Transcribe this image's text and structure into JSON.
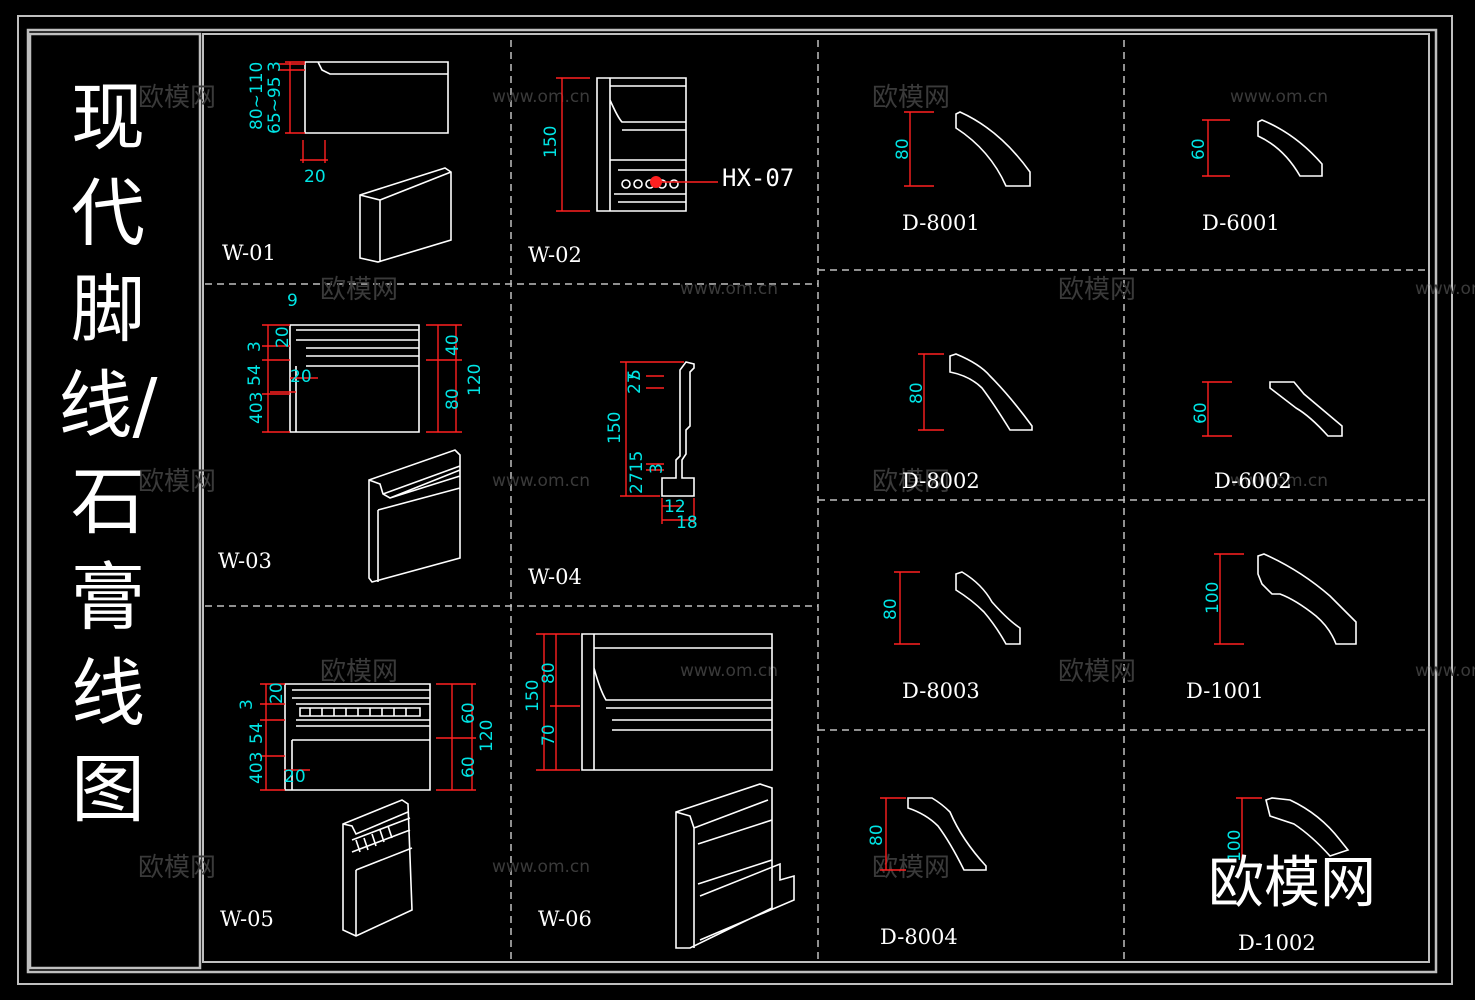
{
  "title": "现代脚线/石膏线图",
  "callout": "HX-07",
  "logo": "欧模网",
  "watermarks": [
    "欧模网",
    "www.om.cn"
  ],
  "labels": {
    "w01": "W-01",
    "w02": "W-02",
    "w03": "W-03",
    "w04": "W-04",
    "w05": "W-05",
    "w06": "W-06",
    "d8001": "D-8001",
    "d6001": "D-6001",
    "d8002": "D-8002",
    "d6002": "D-6002",
    "d8003": "D-8003",
    "d1001": "D-1001",
    "d8004": "D-8004",
    "d1002": "D-1002"
  },
  "dims": {
    "w01_a": "80~110",
    "w01_b": "65~95",
    "w01_c": "3",
    "w01_w": "20",
    "w02_h": "150",
    "w03_9": "9",
    "w03_20": "20",
    "w03_3": "3",
    "w03_54": "54",
    "w03_403": "403",
    "w03_20b": "20",
    "w03_40": "40",
    "w03_80": "80",
    "w03_120": "120",
    "w04_5": "5",
    "w04_27": "27",
    "w04_150": "150",
    "w04_2715": "2715",
    "w04_3": "3",
    "w04_12": "12",
    "w04_18": "18",
    "w05_20": "20",
    "w05_3": "3",
    "w05_54": "54",
    "w05_403": "403",
    "w05_20b": "20",
    "w05_60": "60",
    "w05_120": "120",
    "w05_60b": "60",
    "w06_150": "150",
    "w06_80": "80",
    "w06_70": "70",
    "d8001": "80",
    "d6001": "60",
    "d8002": "80",
    "d6002": "60",
    "d8003": "80",
    "d1001": "100",
    "d8004": "80",
    "d1002": "100"
  },
  "colors": {
    "background": "#000000",
    "line": "#ffffff",
    "dimension_text": "#00e5e5",
    "dimension_line": "#ff2020",
    "frame": "#bfbfbf"
  }
}
